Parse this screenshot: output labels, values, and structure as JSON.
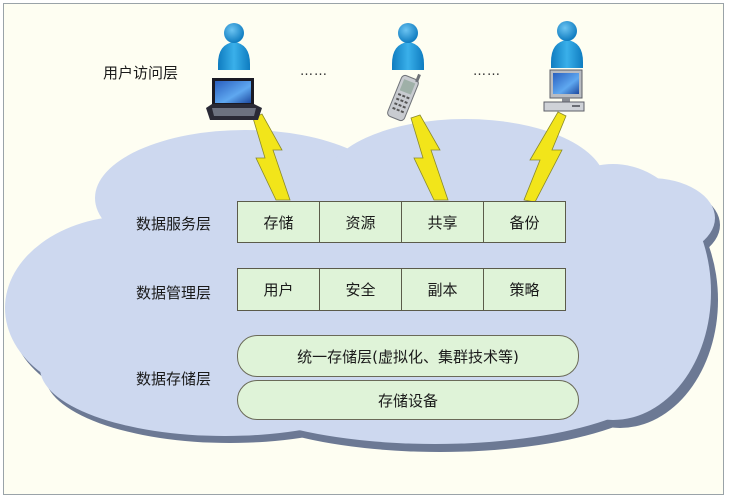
{
  "labels": {
    "user_access": "用户访问层",
    "data_service": "数据服务层",
    "data_management": "数据管理层",
    "data_storage": "数据存储层"
  },
  "ellipsis": [
    "……",
    "……"
  ],
  "service_cells": [
    "存储",
    "资源",
    "共享",
    "备份"
  ],
  "management_cells": [
    "用户",
    "安全",
    "副本",
    "策略"
  ],
  "storage_rows": [
    "统一存储层(虚拟化、集群技术等)",
    "存储设备"
  ],
  "devices": [
    {
      "icon": "laptop-icon"
    },
    {
      "icon": "mobile-phone-icon"
    },
    {
      "icon": "desktop-computer-icon"
    }
  ],
  "colors": {
    "cloud_fill": "#cdd8ef",
    "cloud_shadow": "#6c7994",
    "cell_fill": "#dff3d8",
    "person_blue": "#1d93d6",
    "lightning": "#f2e51a"
  }
}
